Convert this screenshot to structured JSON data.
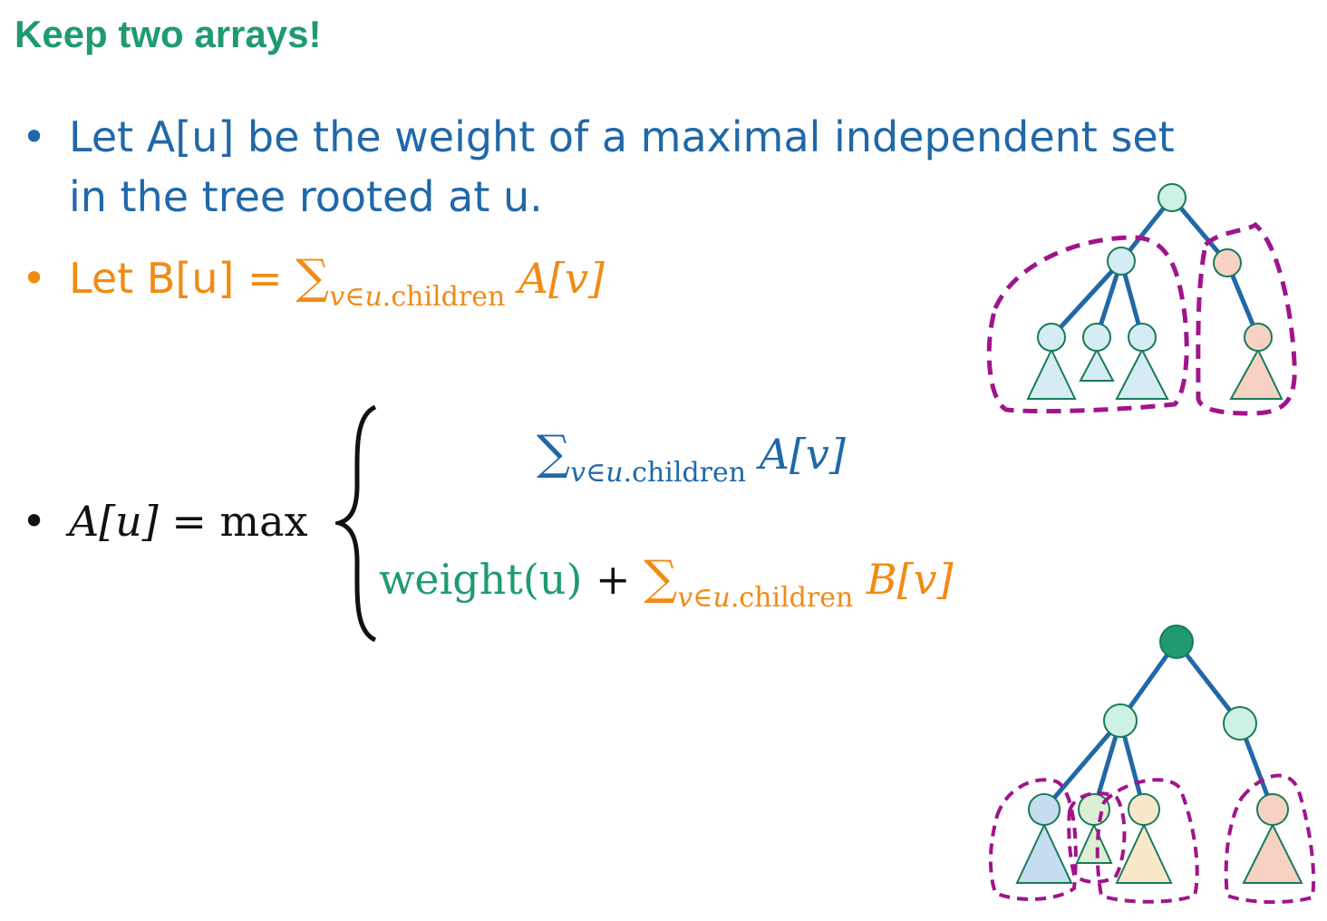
{
  "heading": "Keep two arrays!",
  "bullets": {
    "a_def_line1": "Let A[u] be the weight of a maximal independent set",
    "a_def_line2": "in the tree rooted at u.",
    "b_def_prefix": "Let B[u] = ",
    "bullet_char": "•"
  },
  "formula": {
    "sigma": "∑",
    "sub": "v∈u.children",
    "a_v": "A[v]",
    "b_v": "B[v]",
    "lhs": "A[u]",
    "eq": " = max",
    "weight": "weight(u)",
    "plus": " + "
  },
  "colors": {
    "blue": "#2068a8",
    "orange": "#f28a14",
    "green": "#1f9a72",
    "purple": "#a0148c"
  }
}
